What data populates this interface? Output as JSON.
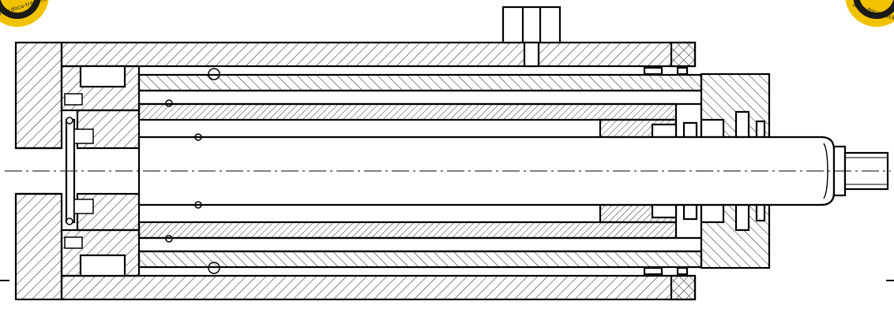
{
  "drawing": {
    "subject": "hydraulic cylinder cross-section",
    "colors": {
      "line": "#000000",
      "hatch": "#000000",
      "background": "#ffffff",
      "stamp_gold": "#f2c200",
      "stamp_dark": "#1a1a1a"
    }
  },
  "watermarks": {
    "left": {
      "text": "www.docu-track.com",
      "icon": "docu-track-badge"
    },
    "right": {
      "text": "www.docu-track.com",
      "icon": "docu-track-badge"
    }
  }
}
